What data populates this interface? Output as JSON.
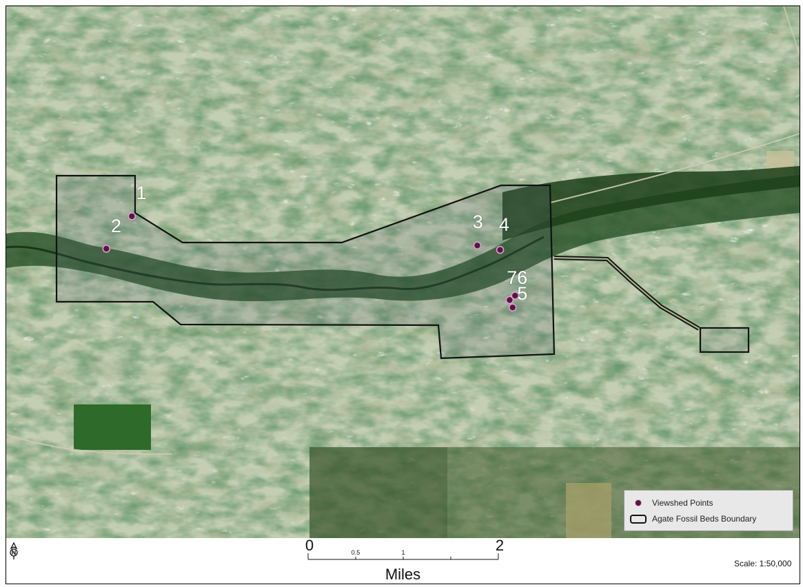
{
  "points": [
    {
      "label": "1",
      "x": 0.1584,
      "y": 0.3949,
      "lx": 0.1703,
      "ly": 0.3526
    },
    {
      "label": "2",
      "x": 0.1262,
      "y": 0.456,
      "lx": 0.1386,
      "ly": 0.4149
    },
    {
      "label": "3",
      "x": 0.5938,
      "y": 0.4499,
      "lx": 0.5945,
      "ly": 0.4064
    },
    {
      "label": "4",
      "x": 0.6226,
      "y": 0.4582,
      "lx": 0.6276,
      "ly": 0.412
    },
    {
      "label": "76",
      "x": 0.6346,
      "y": 0.5524,
      "lx": 0.644,
      "ly": 0.5118
    },
    {
      "label": "5",
      "x": 0.6383,
      "y": 0.5665,
      "lx": 0.6506,
      "ly": 0.5412
    },
    {
      "label": "",
      "x": 0.6414,
      "y": 0.5442
    }
  ],
  "legend": {
    "points_label": "Viewshed Points",
    "boundary_label": "Agate Fossil Beds Boundary"
  },
  "scale_bar": {
    "ticks": [
      "0",
      "0.5",
      "1",
      "",
      "2"
    ],
    "big_start": "0",
    "big_end": "2",
    "unit": "Miles"
  },
  "scale_text": "Scale: 1:50,000",
  "colors": {
    "point_fill": "#5a1446",
    "point_ring": "#d9a3c9",
    "boundary": "#111111"
  }
}
